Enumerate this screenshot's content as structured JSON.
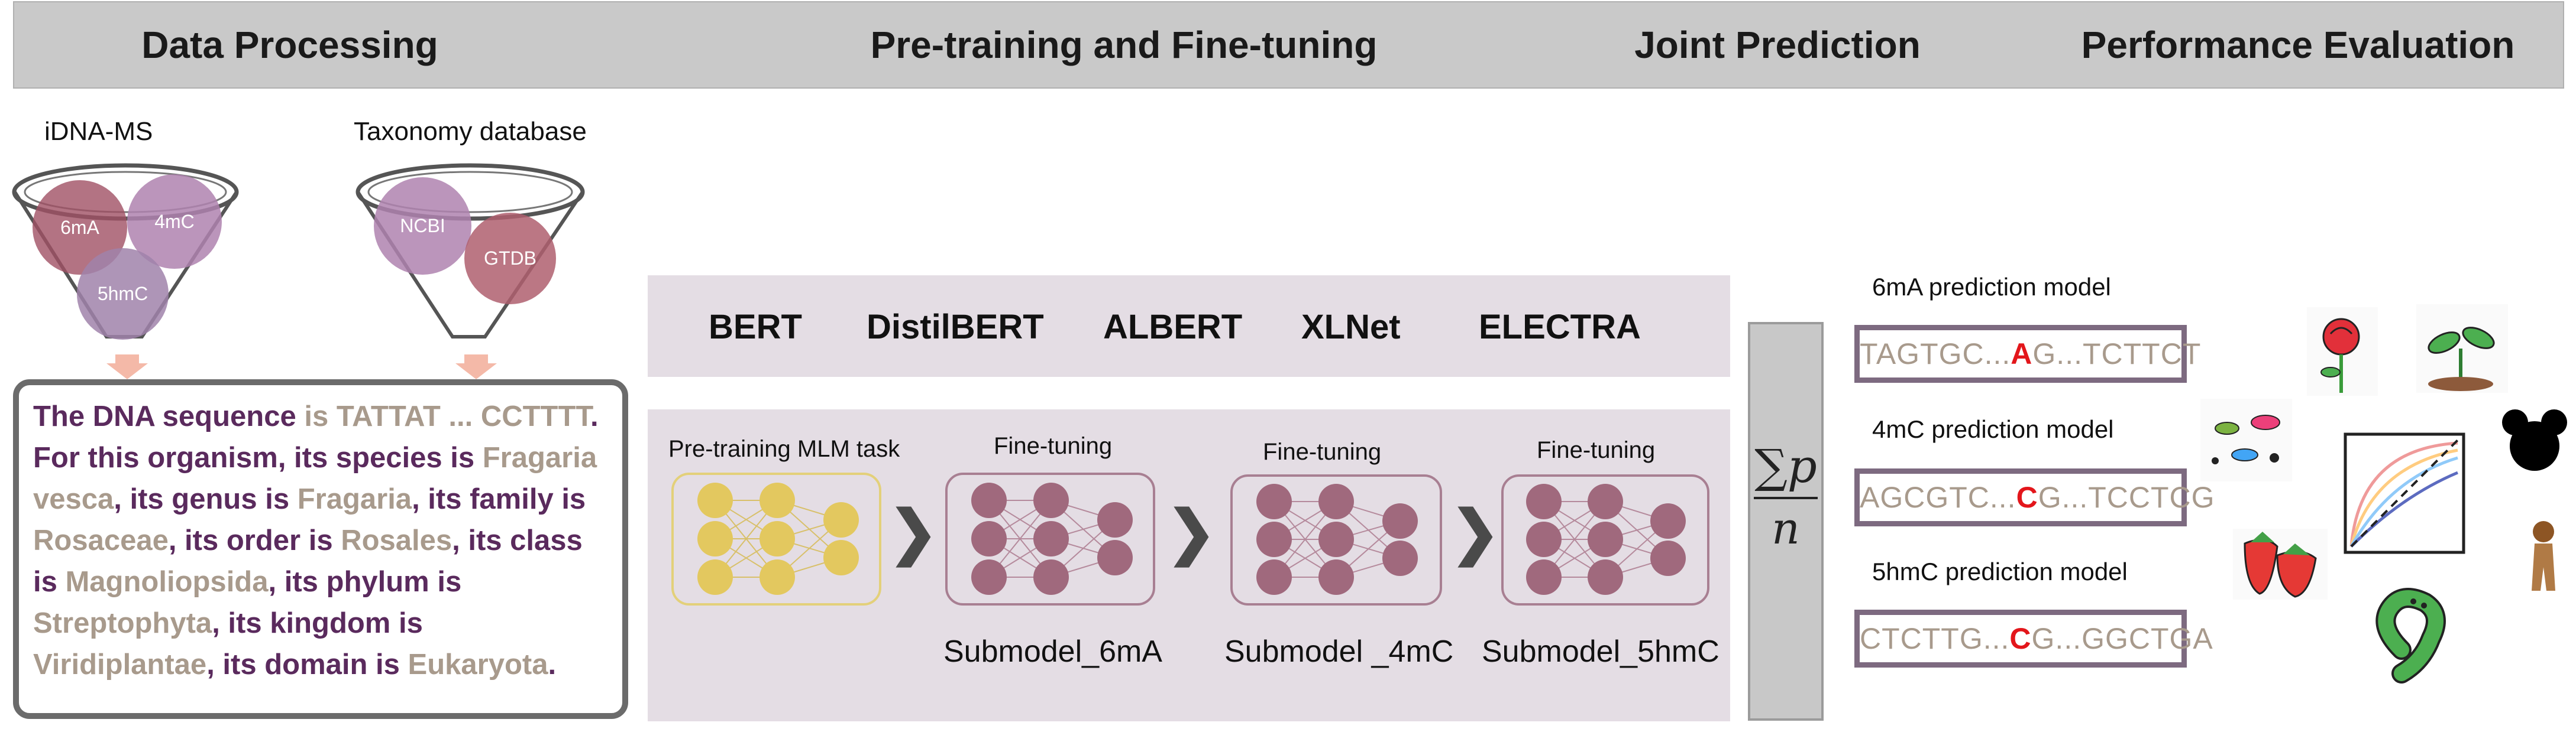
{
  "headers": {
    "data_processing": "Data Processing",
    "pretraining": "Pre-training and Fine-tuning",
    "joint": "Joint Prediction",
    "evaluation": "Performance Evaluation"
  },
  "funnels": {
    "left_label": "iDNA-MS",
    "left_items": [
      "6mA",
      "4mC",
      "5hmC"
    ],
    "right_label": "Taxonomy database",
    "right_items": [
      "NCBI",
      "GTDB"
    ]
  },
  "sequence_text": {
    "p1": "The DNA sequence ",
    "p2": "is TATTAT ... CCTTTT",
    "p3": ". For this organism, its species is ",
    "p4": "Fragaria vesca",
    "p5": ", its genus is ",
    "p6": "Fragaria",
    "p7": ", its family is ",
    "p8": "Rosaceae",
    "p9": ", its order is ",
    "p10": "Rosales",
    "p11": ", its class is ",
    "p12": "Magnoliopsida",
    "p13": ", its phylum is ",
    "p14": "Streptophyta",
    "p15": ", its kingdom is ",
    "p16": "Viridiplantae",
    "p17": ", its domain is ",
    "p18": "Eukaryota",
    "p19": "."
  },
  "models": [
    "BERT",
    "DistilBERT",
    "ALBERT",
    "XLNet",
    "ELECTRA"
  ],
  "stages": {
    "pretrain_label": "Pre-training MLM task",
    "finetune_label": "Fine-tuning",
    "submodels": [
      "Submodel_6mA",
      "Submodel _4mC",
      "Submodel_5hmC"
    ]
  },
  "joint": {
    "sum_symbol": "∑",
    "sum_var": "p",
    "denominator": "n"
  },
  "predictions": [
    {
      "label": "6mA prediction model",
      "pre": "TAGTGC...",
      "hi": "A",
      "post": "G...TCTTCT"
    },
    {
      "label": "4mC prediction model",
      "pre": "AGCGTC...",
      "hi": "C",
      "post": "G...TCCTCG"
    },
    {
      "label": "5hmC prediction model",
      "pre": "CTCTTG...",
      "hi": "C",
      "post": "G...GGCTGA"
    }
  ],
  "colors": {
    "purple_text": "#5a2a5d",
    "tan_text": "#a89a8c",
    "highlight": "#e3161b",
    "pretrain_node": "#e3c85f",
    "finetune_node": "#a0697d"
  },
  "icons": [
    "rose-icon",
    "sprout-icon",
    "bacteria-icon",
    "mouse-icon",
    "strawberry-icon",
    "roc-curve-icon",
    "primate-icon",
    "worm-icon"
  ]
}
